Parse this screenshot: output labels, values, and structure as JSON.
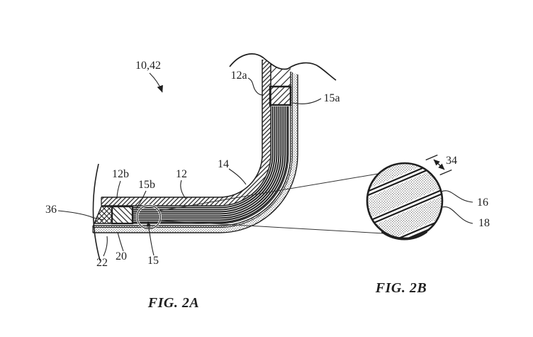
{
  "figure": {
    "ink": "#1f1f1f",
    "background": "#ffffff",
    "captions": {
      "fig2a": "FIG. 2A",
      "fig2b": "FIG. 2B"
    },
    "labels": {
      "l10_42": "10,42",
      "l12a": "12a",
      "l15a": "15a",
      "l12": "12",
      "l12b": "12b",
      "l15b": "15b",
      "l14": "14",
      "l36": "36",
      "l22": "22",
      "l20": "20",
      "l15": "15",
      "l34": "34",
      "l16": "16",
      "l18": "18"
    }
  }
}
